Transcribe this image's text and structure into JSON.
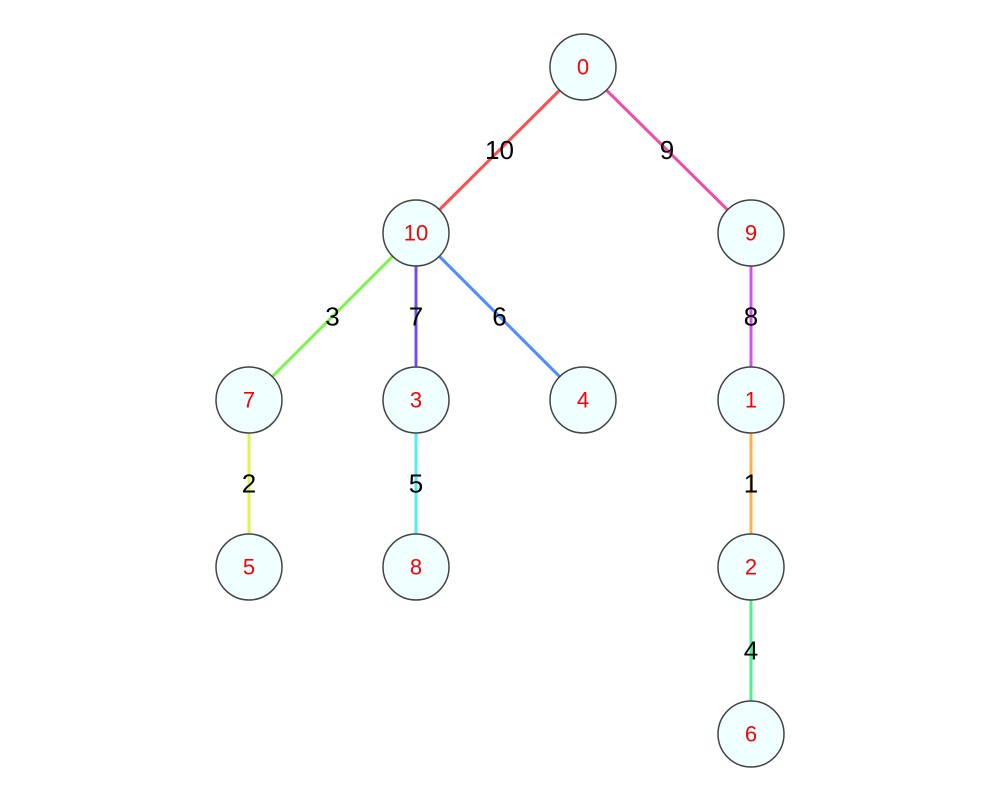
{
  "diagram": {
    "type": "tree",
    "nodes": [
      "0",
      "10",
      "9",
      "7",
      "3",
      "4",
      "1",
      "5",
      "8",
      "2",
      "6"
    ],
    "edges": [
      {
        "from": "0",
        "to": "10",
        "weight": "10",
        "color": "#ff4d4d"
      },
      {
        "from": "0",
        "to": "9",
        "weight": "9",
        "color": "#f04ca8"
      },
      {
        "from": "10",
        "to": "7",
        "weight": "3",
        "color": "#7cf44c"
      },
      {
        "from": "10",
        "to": "3",
        "weight": "7",
        "color": "#754cf0"
      },
      {
        "from": "10",
        "to": "4",
        "weight": "6",
        "color": "#4c8cff"
      },
      {
        "from": "9",
        "to": "1",
        "weight": "8",
        "color": "#d84cf4"
      },
      {
        "from": "7",
        "to": "5",
        "weight": "2",
        "color": "#e0f44c"
      },
      {
        "from": "3",
        "to": "8",
        "weight": "5",
        "color": "#4cf0f0"
      },
      {
        "from": "1",
        "to": "2",
        "weight": "1",
        "color": "#ffb04c"
      },
      {
        "from": "2",
        "to": "6",
        "weight": "4",
        "color": "#4cf08c"
      }
    ]
  }
}
